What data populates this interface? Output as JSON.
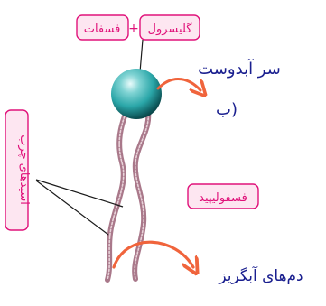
{
  "labels": {
    "glycerol": "گلیسرول",
    "plus": "+",
    "phosphate": "فسفات",
    "hydrophilic_head": "سر آبدوست",
    "part_b": "ب)",
    "phospholipid": "فسفولیپید",
    "fatty_acids": "اسیدهای چرب",
    "hydrophobic_tails": "دم‌های آبگریز"
  },
  "colors": {
    "label_box_fill": "#fde6f1",
    "label_text": "#e0127a",
    "annotation_text": "#1a1f8f",
    "arrow": "#f0643c",
    "head_main": "#2aa6a8",
    "tail": "#a9788a"
  }
}
